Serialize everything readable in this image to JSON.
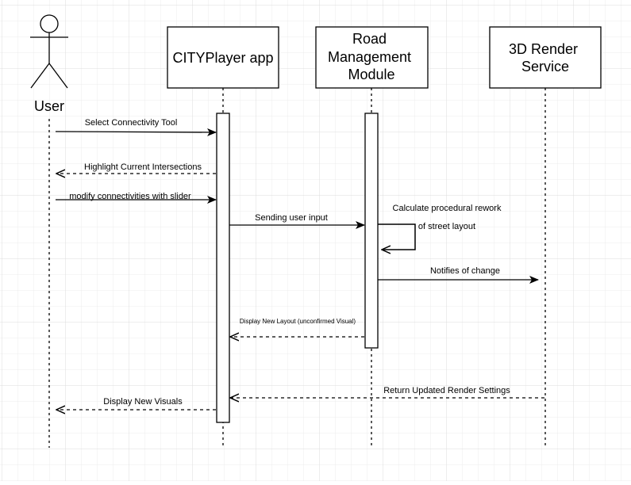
{
  "actors": {
    "user": "User"
  },
  "participants": {
    "cityplayer": [
      "CITYPlayer app"
    ],
    "road": [
      "Road",
      "Management",
      "Module"
    ],
    "render": [
      "3D Render",
      "Service"
    ]
  },
  "messages": {
    "select_tool": "Select Connectivity Tool",
    "highlight": "Highlight Current Intersections",
    "modify": "modify connectivities with slider",
    "sending_input": "Sending user input",
    "calc_line1": "Calculate procedural rework",
    "calc_line2": "of street layout",
    "notify": "Notifies of change",
    "display_layout": "Display New Layout (unconfirmed Visual)",
    "return_settings": "Return Updated Render Settings",
    "display_visuals": "Display New Visuals"
  }
}
